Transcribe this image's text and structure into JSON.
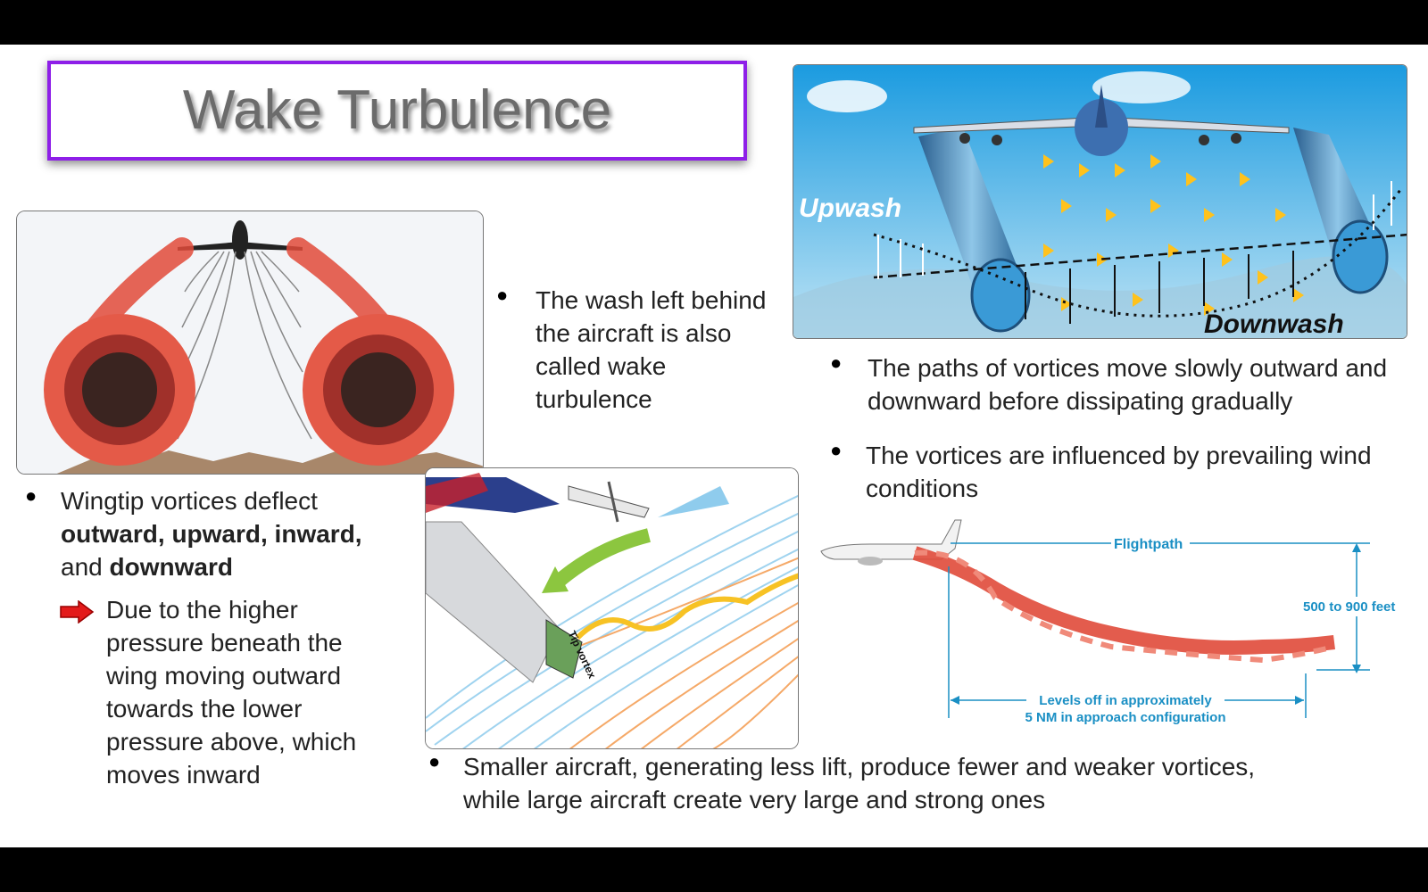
{
  "title": "Wake Turbulence",
  "bullets": {
    "wash": "The wash left behind the aircraft is also called wake turbulence",
    "wingtip_pre": "Wingtip vortices deflect",
    "wingtip_bold1": "outward, upward, inward,",
    "wingtip_and": "and",
    "wingtip_bold2": "downward",
    "pressure": "Due to the higher pressure beneath the wing moving outward towards the lower pressure above, which moves inward",
    "paths": "The paths of vortices move slowly outward and downward before dissipating gradually",
    "wind": "The vortices are influenced by prevailing wind conditions",
    "smaller": "Smaller aircraft, generating less lift, produce fewer and weaker vortices, while large aircraft create very large and strong ones"
  },
  "figure_wash": {
    "upwash": "Upwash",
    "downwash": "Downwash"
  },
  "figure_tip": {
    "label": "Tip vortex"
  },
  "figure_flightpath": {
    "flightpath": "Flightpath",
    "altitude": "500 to 900 feet",
    "levels_line1": "Levels off in approximately",
    "levels_line2": "5 NM in approach configuration"
  },
  "colors": {
    "title_border": "#8e1fe8",
    "vortex_red": "#e04a3a",
    "annotation_blue": "#1a8fc4",
    "arrow_red": "#e31b1b"
  }
}
